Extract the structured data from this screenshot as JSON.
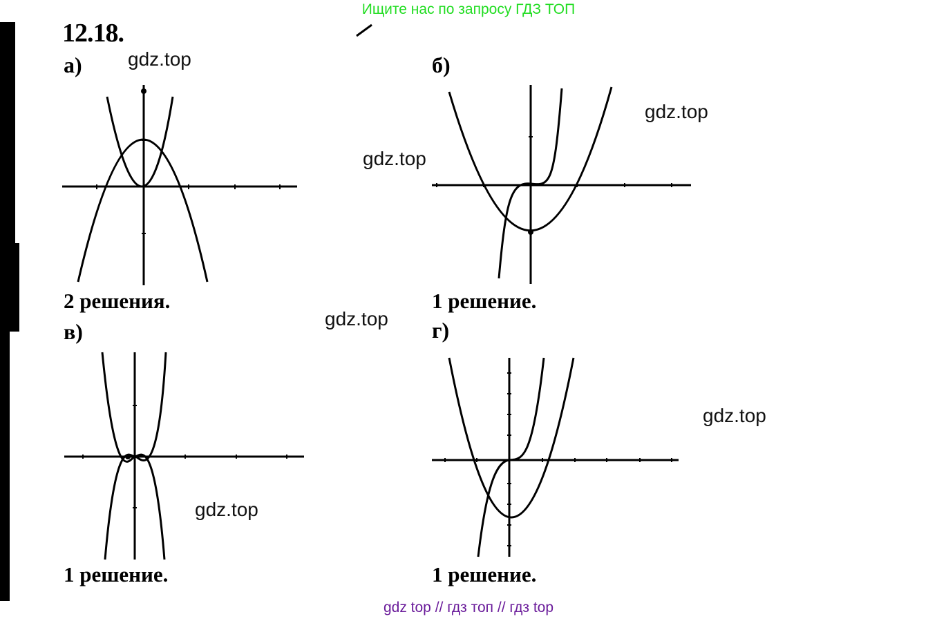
{
  "banner": "Ищите нас по запросу ГДЗ ТОП",
  "problem": "12.18.",
  "watermark": "gdz.top",
  "footer": "gdz top  //  гдз топ  //  гдз top",
  "parts": [
    {
      "label": "а)",
      "result": "2 решения."
    },
    {
      "label": "б)",
      "result": "1 решение."
    },
    {
      "label": "в)",
      "result": "1 решение."
    },
    {
      "label": "г)",
      "result": "1 решение."
    }
  ]
}
